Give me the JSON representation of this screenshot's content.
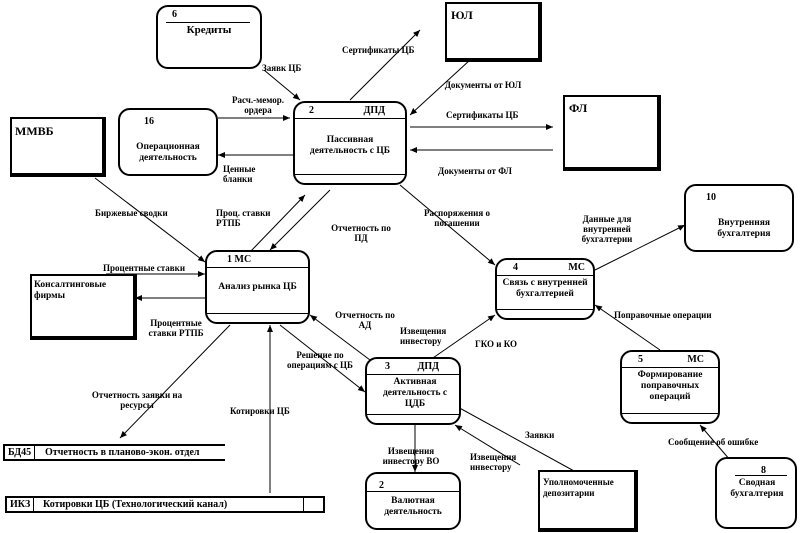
{
  "processes": {
    "p2_ddd": {
      "num": "2",
      "owner": "ДПД",
      "title": "Пассивная деятельность  с ЦБ"
    },
    "p1_ms": {
      "num": "1  МС",
      "owner": "",
      "title": "Анализ рынка ЦБ"
    },
    "p4_ms": {
      "num": "4",
      "owner": "МС",
      "title": "Связь  с внутренней бухгалтерией"
    },
    "p3_ddd": {
      "num": "3",
      "owner": "ДПД",
      "title": "Активная деятельность  с ЦДБ"
    },
    "p5_ms": {
      "num": "5",
      "owner": "МС",
      "title": "Формирование поправочных операций"
    },
    "p16": {
      "num": "16",
      "owner": "",
      "title": "Операционная деятельность"
    },
    "p6": {
      "num": "6",
      "owner": "",
      "title": "Кредиты"
    },
    "p10": {
      "num": "10",
      "owner": "",
      "title": "Внутренняя бухгалтерия"
    },
    "p2_val": {
      "num": "2",
      "owner": "",
      "title": "Валютная деятельность"
    },
    "p8": {
      "num": "8",
      "owner": "",
      "title": "Сводная бухгалтерия"
    }
  },
  "externals": {
    "yul": "ЮЛ",
    "fl": "ФЛ",
    "mmvb": "ММВБ",
    "consult": "Консалтинговые фирмы",
    "depos": "Уполномоченные депозитарии"
  },
  "stores": {
    "bd45": {
      "id": "БД45",
      "name": "Отчетность  в планово-экон. отдел"
    },
    "ikz": {
      "id": "ИКЗ",
      "name": "Котировки ЦБ (Технологический  канал)"
    }
  },
  "flows": {
    "zayavki_cb": "Заявк ЦБ",
    "sert_yul": "Сертификаты ЦБ",
    "docs_yul": "Документы от ЮЛ",
    "rasch_memor": "Расч.-мемор. ордера",
    "sert_fl": "Сертификаты ЦБ",
    "docs_fl": "Документы от ФЛ",
    "cennye": "Ценные бланки",
    "birzh": "Биржевые сводки",
    "proc_stavki_rtpb": "Проц. ставки РТПБ",
    "otch_pd": "Отчетность  по ПД",
    "raspor": "Распоряжения о погашении",
    "dannye_vb": "Данные для внутренней бухгалтерии",
    "proc_stavki": "Процентные ставки",
    "proc_stavki_rtpb2": "Процентные ставки РТПБ",
    "otch_ad": "Отчетность  по АД",
    "izv_inv": "Извещения инвестору",
    "gko": "ГКО и КО",
    "popr_op": "Поправочные операции",
    "reshenie": "Решение по операциям с ЦБ",
    "otch_zayavki": "Отчетность  заявки на ресурсы",
    "kotirovki": "Котировки ЦБ",
    "izv_vo": "Извещения инвестору ВО",
    "izv_inv2": "Извещения инвестору",
    "zayavki": "Заявки",
    "soobsch": "Сообщение об ошибке"
  }
}
